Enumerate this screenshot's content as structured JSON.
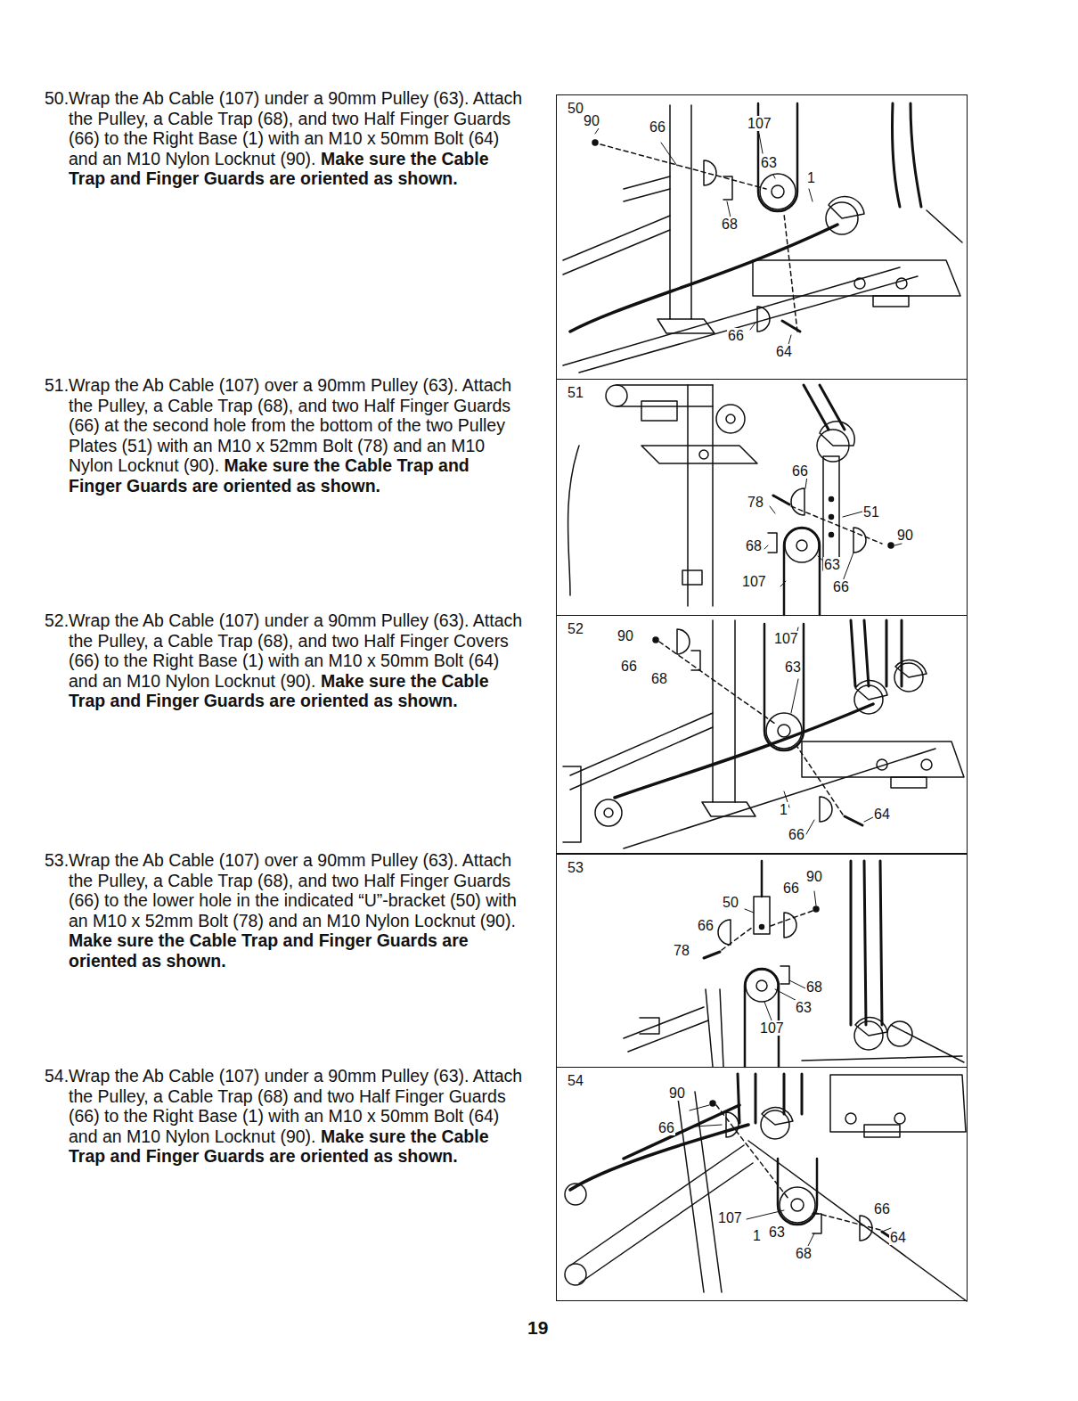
{
  "diagram": {
    "nodes": [
      {
        "text": [
          "50"
        ]
      },
      {
        "text": [
          "51"
        ]
      },
      {
        "text": [
          "52"
        ]
      },
      {
        "text": [
          "53"
        ]
      },
      {
        "text": [
          "54"
        ]
      }
    ],
    "labels": [
      "50.",
      "Wrap the Ab Cable (107) under a 90mm Pulley (63). Attach the Pulley, a Cable Trap (68), and two Half Finger Guards (66) to the Right Base (1) with an M10 x 50mm Bolt (64) and an M10 Nylon Locknut (90).",
      "Make sure the Cable Trap and Finger Guards are oriented as shown.",
      "90",
      "66",
      "107",
      "63",
      "1",
      "68",
      "66",
      "64",
      "51.",
      "Wrap the Ab Cable (107) over a 90mm Pulley (63). Attach the Pulley, a Cable Trap (68), and two Half Finger Guards (66) at the second hole from the bottom of the two Pulley Plates (51) with an M10 x 52mm Bolt (78) and an M10 Nylon Locknut (90).",
      "Make sure the Cable Trap and Finger Guards are oriented as shown.",
      "66",
      "78",
      "51",
      "90",
      "68",
      "63",
      "107",
      "66",
      "52.",
      "Wrap the Ab Cable (107) under a 90mm Pulley (63). Attach the Pulley, a Cable Trap (68), and two Half Finger Covers (66) to the Right Base (1) with an M10 x 50mm Bolt (64) and an M10 Nylon Locknut (90).",
      "Make sure the Cable Trap and Finger Guards are oriented as shown.",
      "90",
      "107",
      "66",
      "63",
      "68",
      "1",
      "64",
      "66",
      "53.",
      "Wrap the Ab Cable (107) over a 90mm Pulley (63). Attach the Pulley, a Cable Trap (68), and two Half Finger Guards (66) to the lower hole in the indicated “U”-bracket (50) with an M10 x 52mm Bolt (78) and an M10 Nylon Locknut (90).",
      "Make sure the Cable Trap and Finger Guards are oriented as shown.",
      "90",
      "66",
      "50",
      "66",
      "78",
      "68",
      "63",
      "107",
      "54.",
      "Wrap the Ab Cable (107) under a 90mm Pulley (63). Attach the Pulley, a Cable Trap (68) and two Half Finger Guards (66) to the Right Base (1) with an M10 x 50mm Bolt (64) and an M10 Nylon Locknut (90).",
      "Make sure the Cable Trap and Finger Guards are oriented as shown.",
      "90",
      "66",
      "66",
      "107",
      "1",
      "63",
      "64",
      "68",
      "19"
    ]
  }
}
